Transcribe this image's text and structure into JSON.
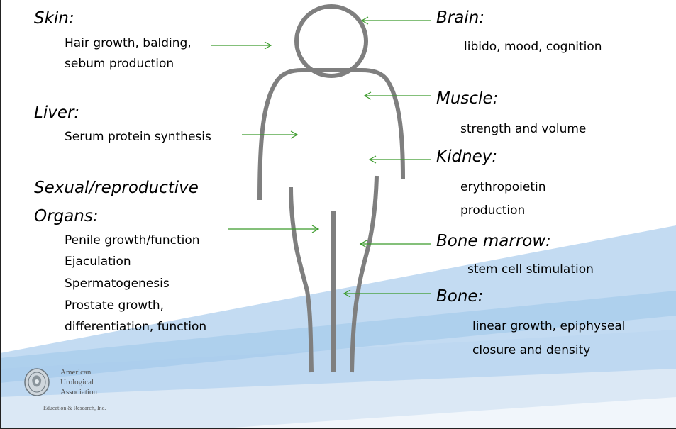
{
  "colors": {
    "arrow": "#3a9a2a",
    "figure": "#7f7f7f",
    "band_light": "#dbe8f5",
    "band_mid": "#b9d5f0",
    "band_dark": "#9cc6ea",
    "logo_text": "#555555"
  },
  "left": {
    "skin": {
      "heading": "Skin:",
      "lines": [
        "Hair growth, balding,",
        "sebum production"
      ]
    },
    "liver": {
      "heading": "Liver:",
      "lines": [
        "Serum protein synthesis"
      ]
    },
    "sexual": {
      "heading_1": "Sexual/reproductive",
      "heading_2": "Organs:",
      "lines": [
        "Penile growth/function",
        "Ejaculation",
        "Spermatogenesis",
        "Prostate growth,",
        "differentiation, function"
      ]
    }
  },
  "right": {
    "brain": {
      "heading": "Brain:",
      "lines": [
        "libido, mood, cognition"
      ]
    },
    "muscle": {
      "heading": "Muscle:",
      "lines": [
        "strength and volume"
      ]
    },
    "kidney": {
      "heading": "Kidney:",
      "lines": [
        "erythropoietin",
        "production"
      ]
    },
    "marrow": {
      "heading": "Bone marrow:",
      "lines": [
        "stem cell stimulation"
      ]
    },
    "bone": {
      "heading": "Bone:",
      "lines": [
        "linear growth, epiphyseal",
        "closure and density"
      ]
    }
  },
  "logo": {
    "line1": "American",
    "line2": "Urological",
    "line3": "Association",
    "tagline": "Education & Research, Inc.",
    "icon": "aua-seal-icon"
  }
}
